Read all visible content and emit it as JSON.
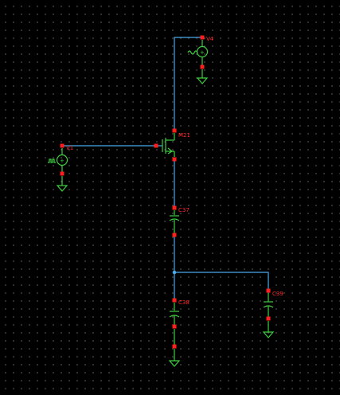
{
  "components": {
    "v4": {
      "label": "V4"
    },
    "v1": {
      "label": "V1"
    },
    "m21": {
      "label": "M21"
    },
    "c37": {
      "label": "C37"
    },
    "c38": {
      "label": "C38"
    },
    "c39": {
      "label": "C39"
    }
  },
  "colors": {
    "background": "#000000",
    "grid_dot": "#6a6a6a",
    "wire": "#4aa8e8",
    "symbol": "#3fcf3f",
    "pin": "#ff1e1e",
    "label": "#ff2a2a"
  }
}
